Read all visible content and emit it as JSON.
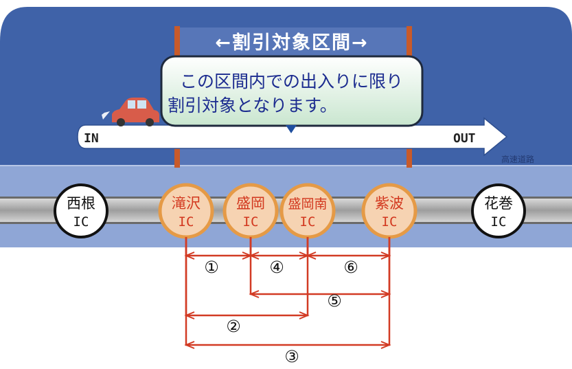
{
  "header": {
    "label": "←割引対象区間→"
  },
  "callout": {
    "line1": "この区間内での出入りに限り",
    "line2": "割引対象となります。"
  },
  "arrow": {
    "in_label": "IN",
    "out_label": "OUT"
  },
  "road": {
    "label": "高速道路"
  },
  "interchanges": [
    {
      "name": "西根",
      "sub": "IC",
      "discounted": false
    },
    {
      "name": "滝沢",
      "sub": "IC",
      "discounted": true
    },
    {
      "name": "盛岡",
      "sub": "IC",
      "discounted": true
    },
    {
      "name": "盛岡南",
      "sub": "IC",
      "discounted": true
    },
    {
      "name": "紫波",
      "sub": "IC",
      "discounted": true
    },
    {
      "name": "花巻",
      "sub": "IC",
      "discounted": false
    }
  ],
  "routes": [
    {
      "label": "①",
      "from": "滝沢",
      "to": "盛岡"
    },
    {
      "label": "②",
      "from": "滝沢",
      "to": "盛岡南"
    },
    {
      "label": "③",
      "from": "滝沢",
      "to": "紫波"
    },
    {
      "label": "④",
      "from": "盛岡",
      "to": "盛岡南"
    },
    {
      "label": "⑤",
      "from": "盛岡",
      "to": "紫波"
    },
    {
      "label": "⑥",
      "from": "盛岡南",
      "to": "紫波"
    }
  ],
  "colors": {
    "panel_blue": "#3f62a8",
    "road_band": "#8fa6d6",
    "route_red": "#d23b24",
    "ic_fill_discounted": "#f6d3b2",
    "ic_ring_discounted": "#e59a46",
    "ic_text_discounted": "#d2371e"
  }
}
